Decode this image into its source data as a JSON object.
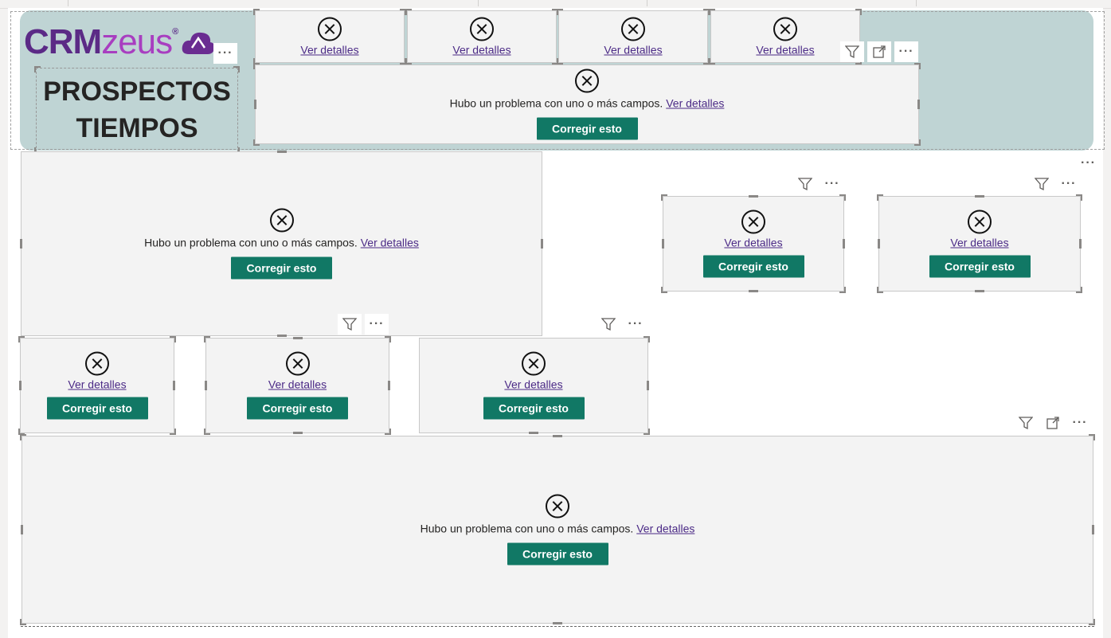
{
  "brand": {
    "crm": "CRM",
    "zeus": "zeus",
    "registered": "®"
  },
  "header": {
    "title_line1": "PROSPECTOS",
    "title_line2": "TIEMPOS"
  },
  "error": {
    "message": "Hubo un problema con uno o más campos.",
    "link": "Ver detalles",
    "button": "Corregir esto"
  },
  "colors": {
    "header_bg": "#bfd4d4",
    "button_bg": "#117865",
    "link": "#4b2a86",
    "brand_purple": "#5b2a86",
    "brand_magenta": "#a83ec0"
  },
  "icons": {
    "error": "circle-x-icon",
    "filter": "filter-icon",
    "focus": "focus-mode-icon",
    "more": "more-options-icon",
    "cloud": "cloud-icon"
  }
}
